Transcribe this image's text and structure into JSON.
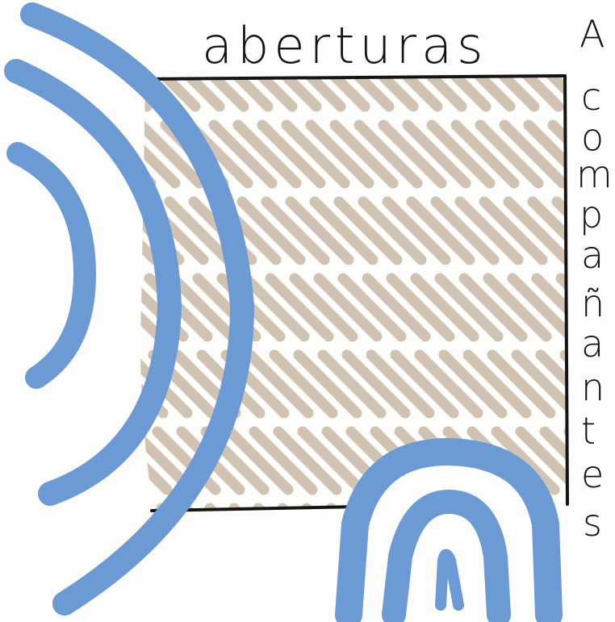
{
  "labels": {
    "top": "aberturas",
    "side_letters": [
      "A",
      "c",
      "o",
      "m",
      "p",
      "a",
      "ñ",
      "a",
      "n",
      "t",
      "e",
      "s"
    ]
  },
  "colors": {
    "background": "#fdfdfc",
    "ink": "#141414",
    "blue": "#6b9ad4",
    "hatch": "#c9b9a4"
  }
}
